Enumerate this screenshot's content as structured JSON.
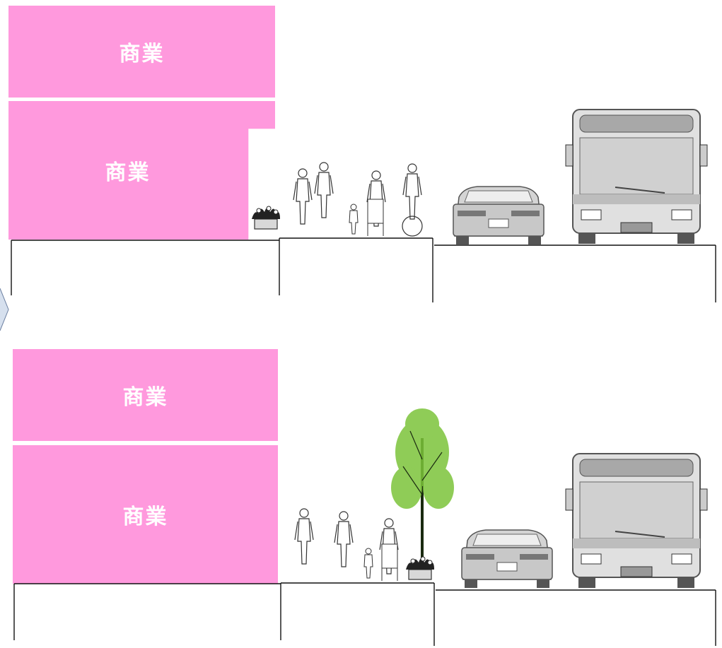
{
  "top_section": {
    "buildings": [
      {
        "label": "商業"
      },
      {
        "label": "商業"
      }
    ]
  },
  "bottom_section": {
    "buildings": [
      {
        "label": "商業"
      },
      {
        "label": "商業"
      }
    ]
  },
  "colors": {
    "building_fill": "#ff99dd",
    "building_text": "#ffffff",
    "tree_foliage": "#7cc43a",
    "vehicle_body": "#c8c8c8",
    "arrow_fill": "#d6e0ee"
  },
  "icons": [
    "planter-icon",
    "pedestrian-icon",
    "cyclist-icon",
    "car-icon",
    "bus-icon",
    "tree-icon",
    "arrow-icon"
  ]
}
